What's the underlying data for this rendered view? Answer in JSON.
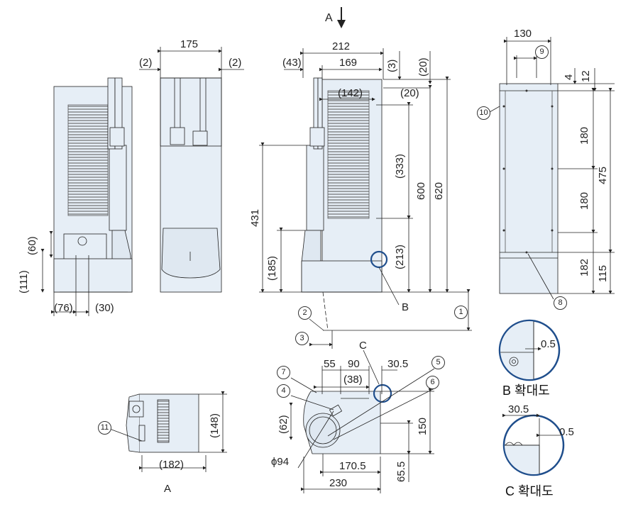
{
  "view_arrow": {
    "label": "A"
  },
  "bottom_view_label": "A",
  "view1": {
    "dim_60": "(60)",
    "dim_111": "(111)",
    "dim_76": "(76)",
    "dim_30": "(30)"
  },
  "view2": {
    "dim_175": "175",
    "dim_2_left": "(2)",
    "dim_2_right": "(2)"
  },
  "view3": {
    "dim_43": "(43)",
    "dim_212": "212",
    "dim_169": "169",
    "dim_3": "(3)",
    "dim_20_top": "(20)",
    "dim_142": "(142)",
    "dim_20_side": "(20)",
    "dim_333": "(333)",
    "dim_600": "600",
    "dim_620": "620",
    "dim_431": "431",
    "dim_185": "(185)",
    "dim_213": "(213)",
    "callout_B": "B"
  },
  "view4": {
    "dim_130": "130",
    "dim_4": "4",
    "dim_12": "12",
    "dim_180_top": "180",
    "dim_180_mid": "180",
    "dim_475": "475",
    "dim_182": "182",
    "dim_115": "115"
  },
  "bottom_left": {
    "dim_148": "(148)",
    "dim_182": "(182)"
  },
  "bottom_mid": {
    "callout_C": "C",
    "dim_55": "55",
    "dim_90": "90",
    "dim_30_5": "30.5",
    "dim_38": "(38)",
    "dim_62": "(62)",
    "dim_150": "150",
    "dim_phi94": "ϕ94",
    "dim_170_5": "170.5",
    "dim_65_5": "65.5",
    "dim_230": "230"
  },
  "detail_B": {
    "dim_0_5": "0.5",
    "caption": "B 확대도"
  },
  "detail_C": {
    "dim_30_5": "30.5",
    "dim_0_5": "0.5",
    "caption": "C 확대도"
  },
  "circled": {
    "n1": "1",
    "n2": "2",
    "n3": "3",
    "n4": "4",
    "n5": "5",
    "n6": "6",
    "n7": "7",
    "n8": "8",
    "n9": "9",
    "n10": "10",
    "n11": "11"
  },
  "colors": {
    "body": "#e6eef6",
    "line": "#1a1a1a",
    "highlight": "#1f4e8c"
  }
}
